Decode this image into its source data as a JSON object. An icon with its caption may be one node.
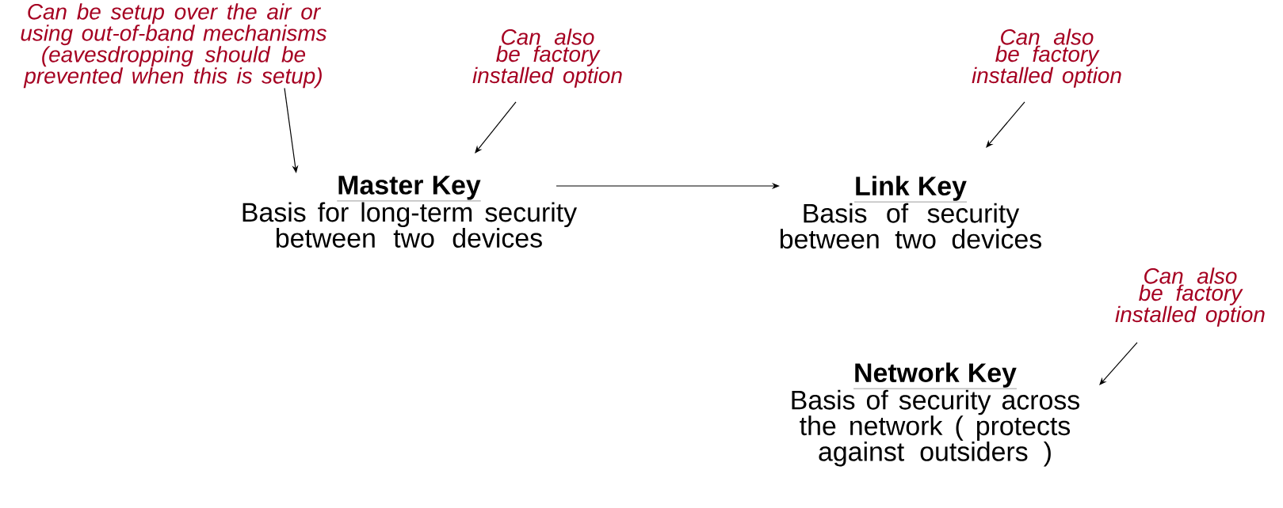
{
  "diagram": {
    "nodes": [
      {
        "text": [
          "Master Key",
          "Basis for long-term security between two devices"
        ]
      },
      {
        "text": [
          "Link Key",
          "Basis of security between two devices"
        ]
      },
      {
        "text": [
          "Network Key",
          "Basis of security across the network ( protects against outsiders )"
        ]
      },
      {
        "text": [
          "Can be setup over the air or using out-of-band mechanisms (eavesdropping should be prevented when this is setup)"
        ]
      },
      {
        "text": [
          "Can also be factory installed option"
        ]
      },
      {
        "text": [
          "Can also be factory installed option"
        ]
      },
      {
        "text": [
          "Can also be factory installed option"
        ]
      }
    ],
    "edges": [
      {
        "from": 0,
        "to": 1,
        "arrow": "to"
      },
      {
        "from": 3,
        "to": 0,
        "arrow": "to"
      },
      {
        "from": 4,
        "to": 0,
        "arrow": "to"
      },
      {
        "from": 5,
        "to": 1,
        "arrow": "to"
      },
      {
        "from": 6,
        "to": 2,
        "arrow": "to"
      }
    ]
  }
}
